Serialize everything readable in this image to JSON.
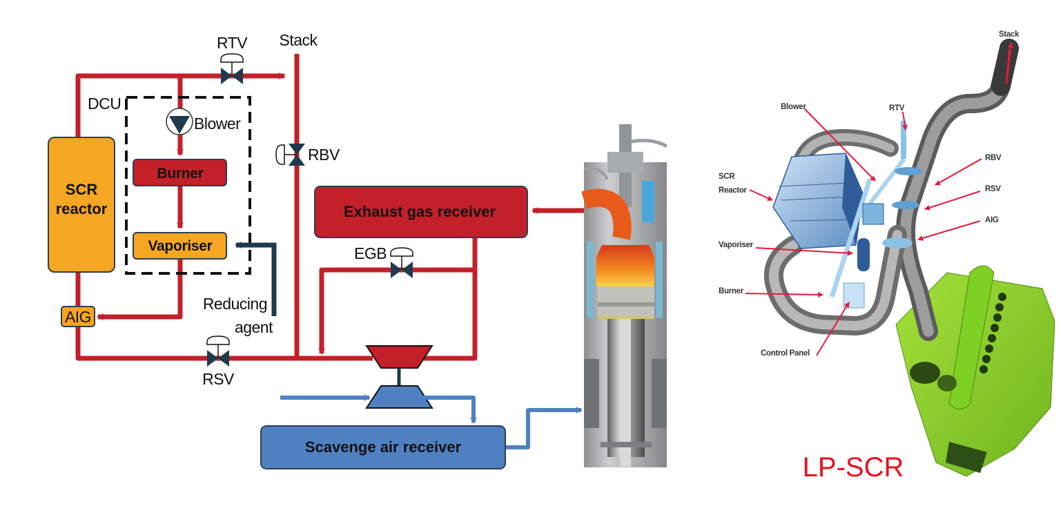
{
  "diagram": {
    "left": {
      "labels": {
        "rtv": "RTV",
        "stack": "Stack",
        "dcu": "DCU",
        "blower": "Blower",
        "rbv": "RBV",
        "egb": "EGB",
        "rsv": "RSV",
        "reducing_agent_line1": "Reducing",
        "reducing_agent_line2": "agent"
      },
      "boxes": {
        "scr_reactor_line1": "SCR",
        "scr_reactor_line2": "reactor",
        "burner": "Burner",
        "vaporiser": "Vaporiser",
        "aig": "AIG",
        "exhaust_gas_receiver": "Exhaust gas receiver",
        "scavenge_air_receiver": "Scavenge air receiver"
      },
      "colors": {
        "exhaust_line": "#c4202a",
        "air_line": "#4f81c2",
        "reducing_line": "#1f3a4d",
        "orange_box": "#f5a623",
        "red_box": "#c4202a",
        "blue_box": "#4f81c2",
        "valve": "#1f3a4d"
      }
    },
    "right": {
      "title": "LP-SCR",
      "labels": {
        "stack": "Stack",
        "blower": "Blower",
        "rtv": "RTV",
        "scr_reactor_line1": "SCR",
        "scr_reactor_line2": "Reactor",
        "rbv": "RBV",
        "rsv": "RSV",
        "aig": "AIG",
        "vaporiser": "Vaporiser",
        "burner": "Burner",
        "control_panel": "Control Panel"
      },
      "colors": {
        "title": "#e8121c",
        "callout_arrow": "#e8183a",
        "engine": "#8fd12c",
        "pipe": "#8a8a8a"
      }
    }
  }
}
